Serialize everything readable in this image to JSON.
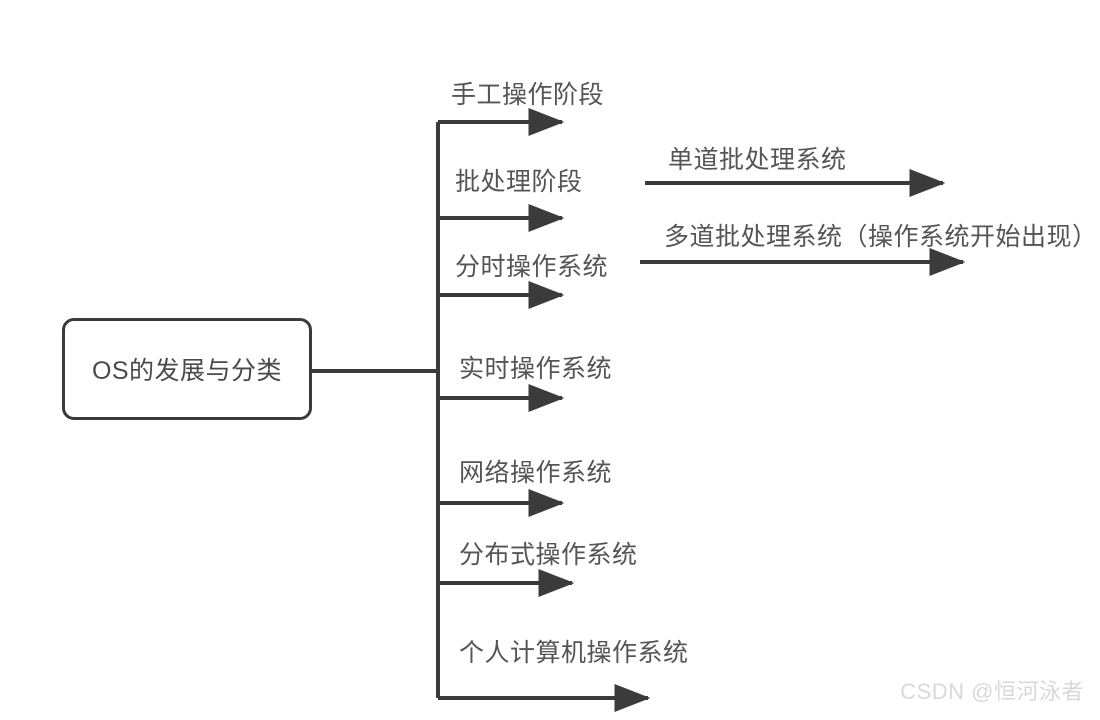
{
  "diagram": {
    "title": "OS的发展与分类",
    "root": {
      "label": "OS的发展与分类"
    },
    "branches": [
      {
        "id": "manual-stage",
        "label": "手工操作阶段"
      },
      {
        "id": "batch-stage",
        "label": "批处理阶段"
      },
      {
        "id": "timesharing-os",
        "label": "分时操作系统"
      },
      {
        "id": "realtime-os",
        "label": "实时操作系统"
      },
      {
        "id": "network-os",
        "label": "网络操作系统"
      },
      {
        "id": "distributed-os",
        "label": "分布式操作系统"
      },
      {
        "id": "personal-computer-os",
        "label": "个人计算机操作系统"
      }
    ],
    "sub_branches": [
      {
        "id": "single-batch",
        "label": "单道批处理系统"
      },
      {
        "id": "multi-batch",
        "label": "多道批处理系统（操作系统开始出现）"
      }
    ],
    "colors": {
      "line": "#3b3b3b",
      "text": "#555555",
      "box_border": "#3b3b3b",
      "background": "#ffffff",
      "watermark": "#d9d9d9"
    }
  },
  "watermark": {
    "text": "CSDN @恒河泳者"
  }
}
